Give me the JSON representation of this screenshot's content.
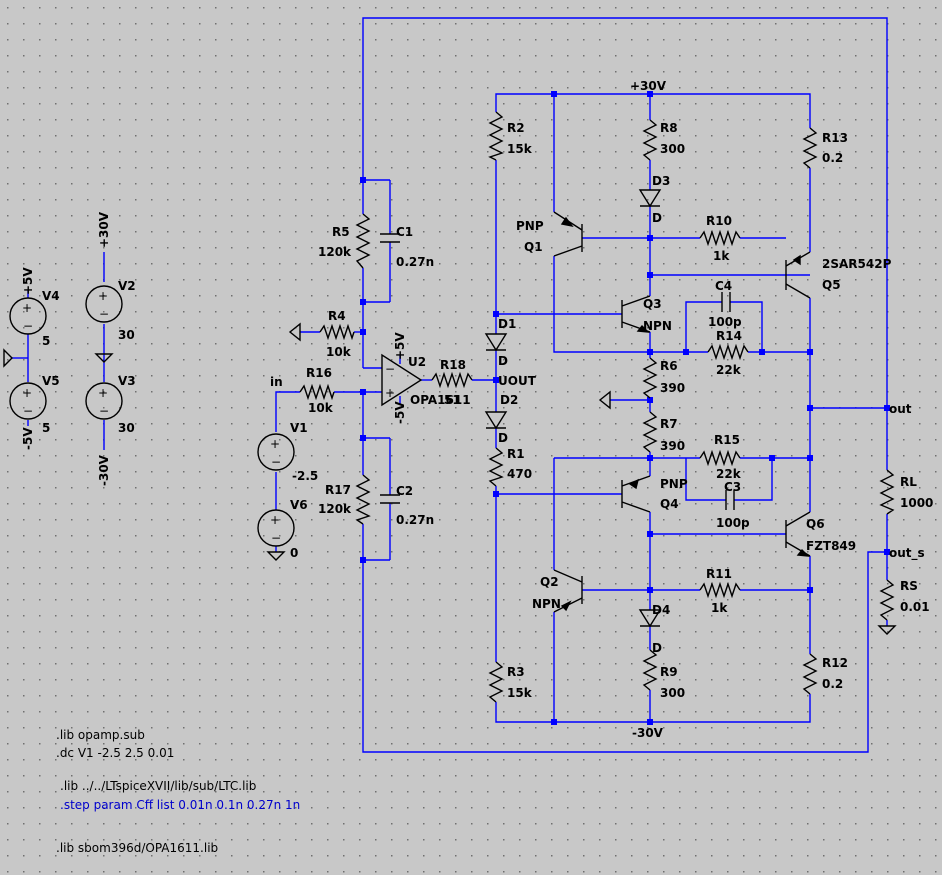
{
  "components": {
    "V4": {
      "name": "V4",
      "value": "5",
      "pin_top": "+5V"
    },
    "V5": {
      "name": "V5",
      "value": "5",
      "pin_bottom": "-5V"
    },
    "V2": {
      "name": "V2",
      "value": "30",
      "pin_top": "+30V"
    },
    "V3": {
      "name": "V3",
      "value": "30",
      "pin_bottom": "-30V"
    },
    "V1": {
      "name": "V1",
      "value": "-2.5"
    },
    "V6": {
      "name": "V6",
      "value": "0"
    },
    "R16": {
      "name": "R16",
      "value": "10k"
    },
    "R4": {
      "name": "R4",
      "value": "10k"
    },
    "R5": {
      "name": "R5",
      "value": "120k"
    },
    "C1": {
      "name": "C1",
      "value": "0.27n"
    },
    "R17": {
      "name": "R17",
      "value": "120k"
    },
    "C2": {
      "name": "C2",
      "value": "0.27n"
    },
    "U2": {
      "name": "U2",
      "value": "OPA1611",
      "pos_supply": "+5V",
      "neg_supply": "-5V"
    },
    "R18": {
      "name": "R18",
      "value": "51"
    },
    "R2": {
      "name": "R2",
      "value": "15k"
    },
    "R3": {
      "name": "R3",
      "value": "15k"
    },
    "R1": {
      "name": "R1",
      "value": "470"
    },
    "D1": {
      "name": "D1",
      "value": "D"
    },
    "D2": {
      "name": "D2",
      "value": "D"
    },
    "D3": {
      "name": "D3",
      "value": "D"
    },
    "D4": {
      "name": "D4",
      "value": "D"
    },
    "R8": {
      "name": "R8",
      "value": "300"
    },
    "R9": {
      "name": "R9",
      "value": "300"
    },
    "Q1": {
      "name": "Q1",
      "value": "PNP"
    },
    "Q2": {
      "name": "Q2",
      "value": "NPN"
    },
    "Q3": {
      "name": "Q3",
      "value": "NPN"
    },
    "Q4": {
      "name": "Q4",
      "value": "PNP"
    },
    "Q5": {
      "name": "Q5",
      "value": "2SAR542P"
    },
    "Q6": {
      "name": "Q6",
      "value": "FZT849"
    },
    "R10": {
      "name": "R10",
      "value": "1k"
    },
    "R11": {
      "name": "R11",
      "value": "1k"
    },
    "R6": {
      "name": "R6",
      "value": "390"
    },
    "R7": {
      "name": "R7",
      "value": "390"
    },
    "C4": {
      "name": "C4",
      "value": "100p"
    },
    "R14": {
      "name": "R14",
      "value": "22k"
    },
    "R15": {
      "name": "R15",
      "value": "22k"
    },
    "C3": {
      "name": "C3",
      "value": "100p"
    },
    "R13": {
      "name": "R13",
      "value": "0.2"
    },
    "R12": {
      "name": "R12",
      "value": "0.2"
    },
    "RL": {
      "name": "RL",
      "value": "1000"
    },
    "RS": {
      "name": "RS",
      "value": "0.01"
    }
  },
  "nets": {
    "in": "in",
    "uout": "UOUT",
    "out": "out",
    "out_s": "out_s",
    "pos30": "+30V",
    "neg30": "-30V"
  },
  "directives": [
    {
      "text": ".lib opamp.sub",
      "style": "comment"
    },
    {
      "text": ".dc V1 -2.5 2.5 0.01",
      "style": "comment"
    },
    {
      "text": ".lib ../../LTspiceXVII/lib/sub/LTC.lib",
      "style": "comment"
    },
    {
      "text": ".step param Cff list 0.01n 0.1n 0.27n 1n",
      "style": "active"
    },
    {
      "text": ".lib sbom396d/OPA1611.lib",
      "style": "comment"
    }
  ],
  "colors": {
    "background": "#c8c8c8",
    "wire": "#0000ff",
    "symbol": "#000000",
    "active_directive": "#0000cc"
  }
}
